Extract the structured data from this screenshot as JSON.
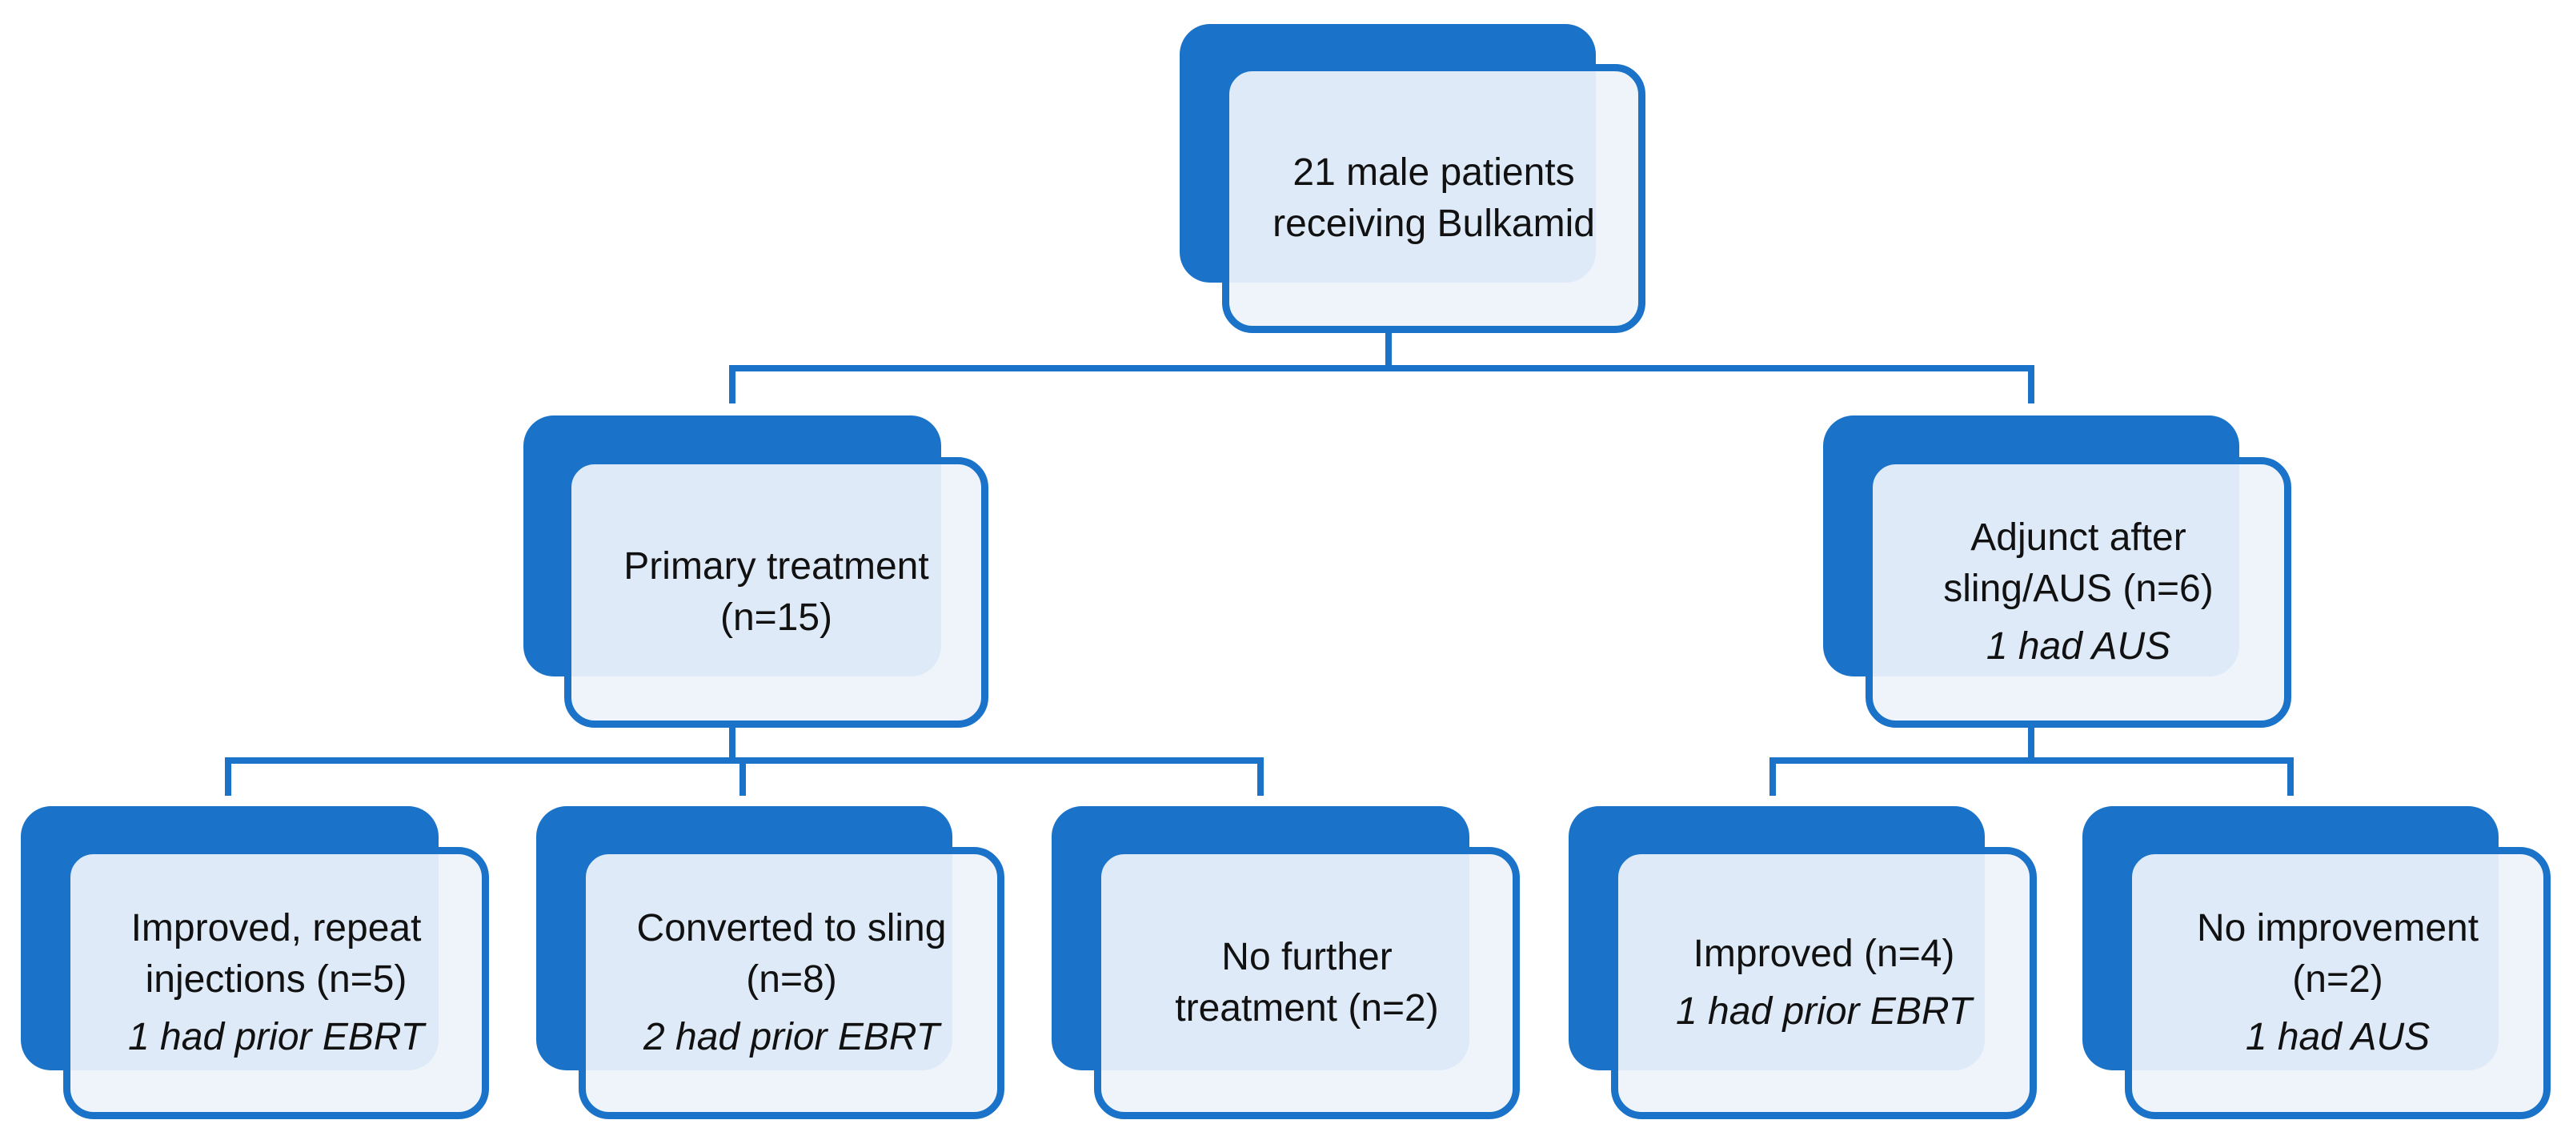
{
  "diagram": {
    "colors": {
      "accent": "#1a73c8",
      "box_fill": "#eef3fb",
      "text": "#111111"
    },
    "root": {
      "lines": [
        "21 male patients",
        "receiving Bulkamid"
      ]
    },
    "primary": {
      "lines": [
        "Primary treatment",
        "(n=15)"
      ]
    },
    "adjunct": {
      "lines": [
        "Adjunct after",
        "sling/AUS (n=6)"
      ],
      "note": "1 had AUS"
    },
    "primary_outcomes": [
      {
        "lines": [
          "Improved, repeat",
          "injections (n=5)"
        ],
        "note": "1 had prior EBRT"
      },
      {
        "lines": [
          "Converted to sling",
          "(n=8)"
        ],
        "note": "2 had prior EBRT"
      },
      {
        "lines": [
          "No further",
          "treatment (n=2)"
        ]
      }
    ],
    "adjunct_outcomes": [
      {
        "lines": [
          "Improved (n=4)"
        ],
        "note": "1 had prior EBRT"
      },
      {
        "lines": [
          "No improvement",
          "(n=2)"
        ],
        "note": "1 had AUS"
      }
    ]
  }
}
